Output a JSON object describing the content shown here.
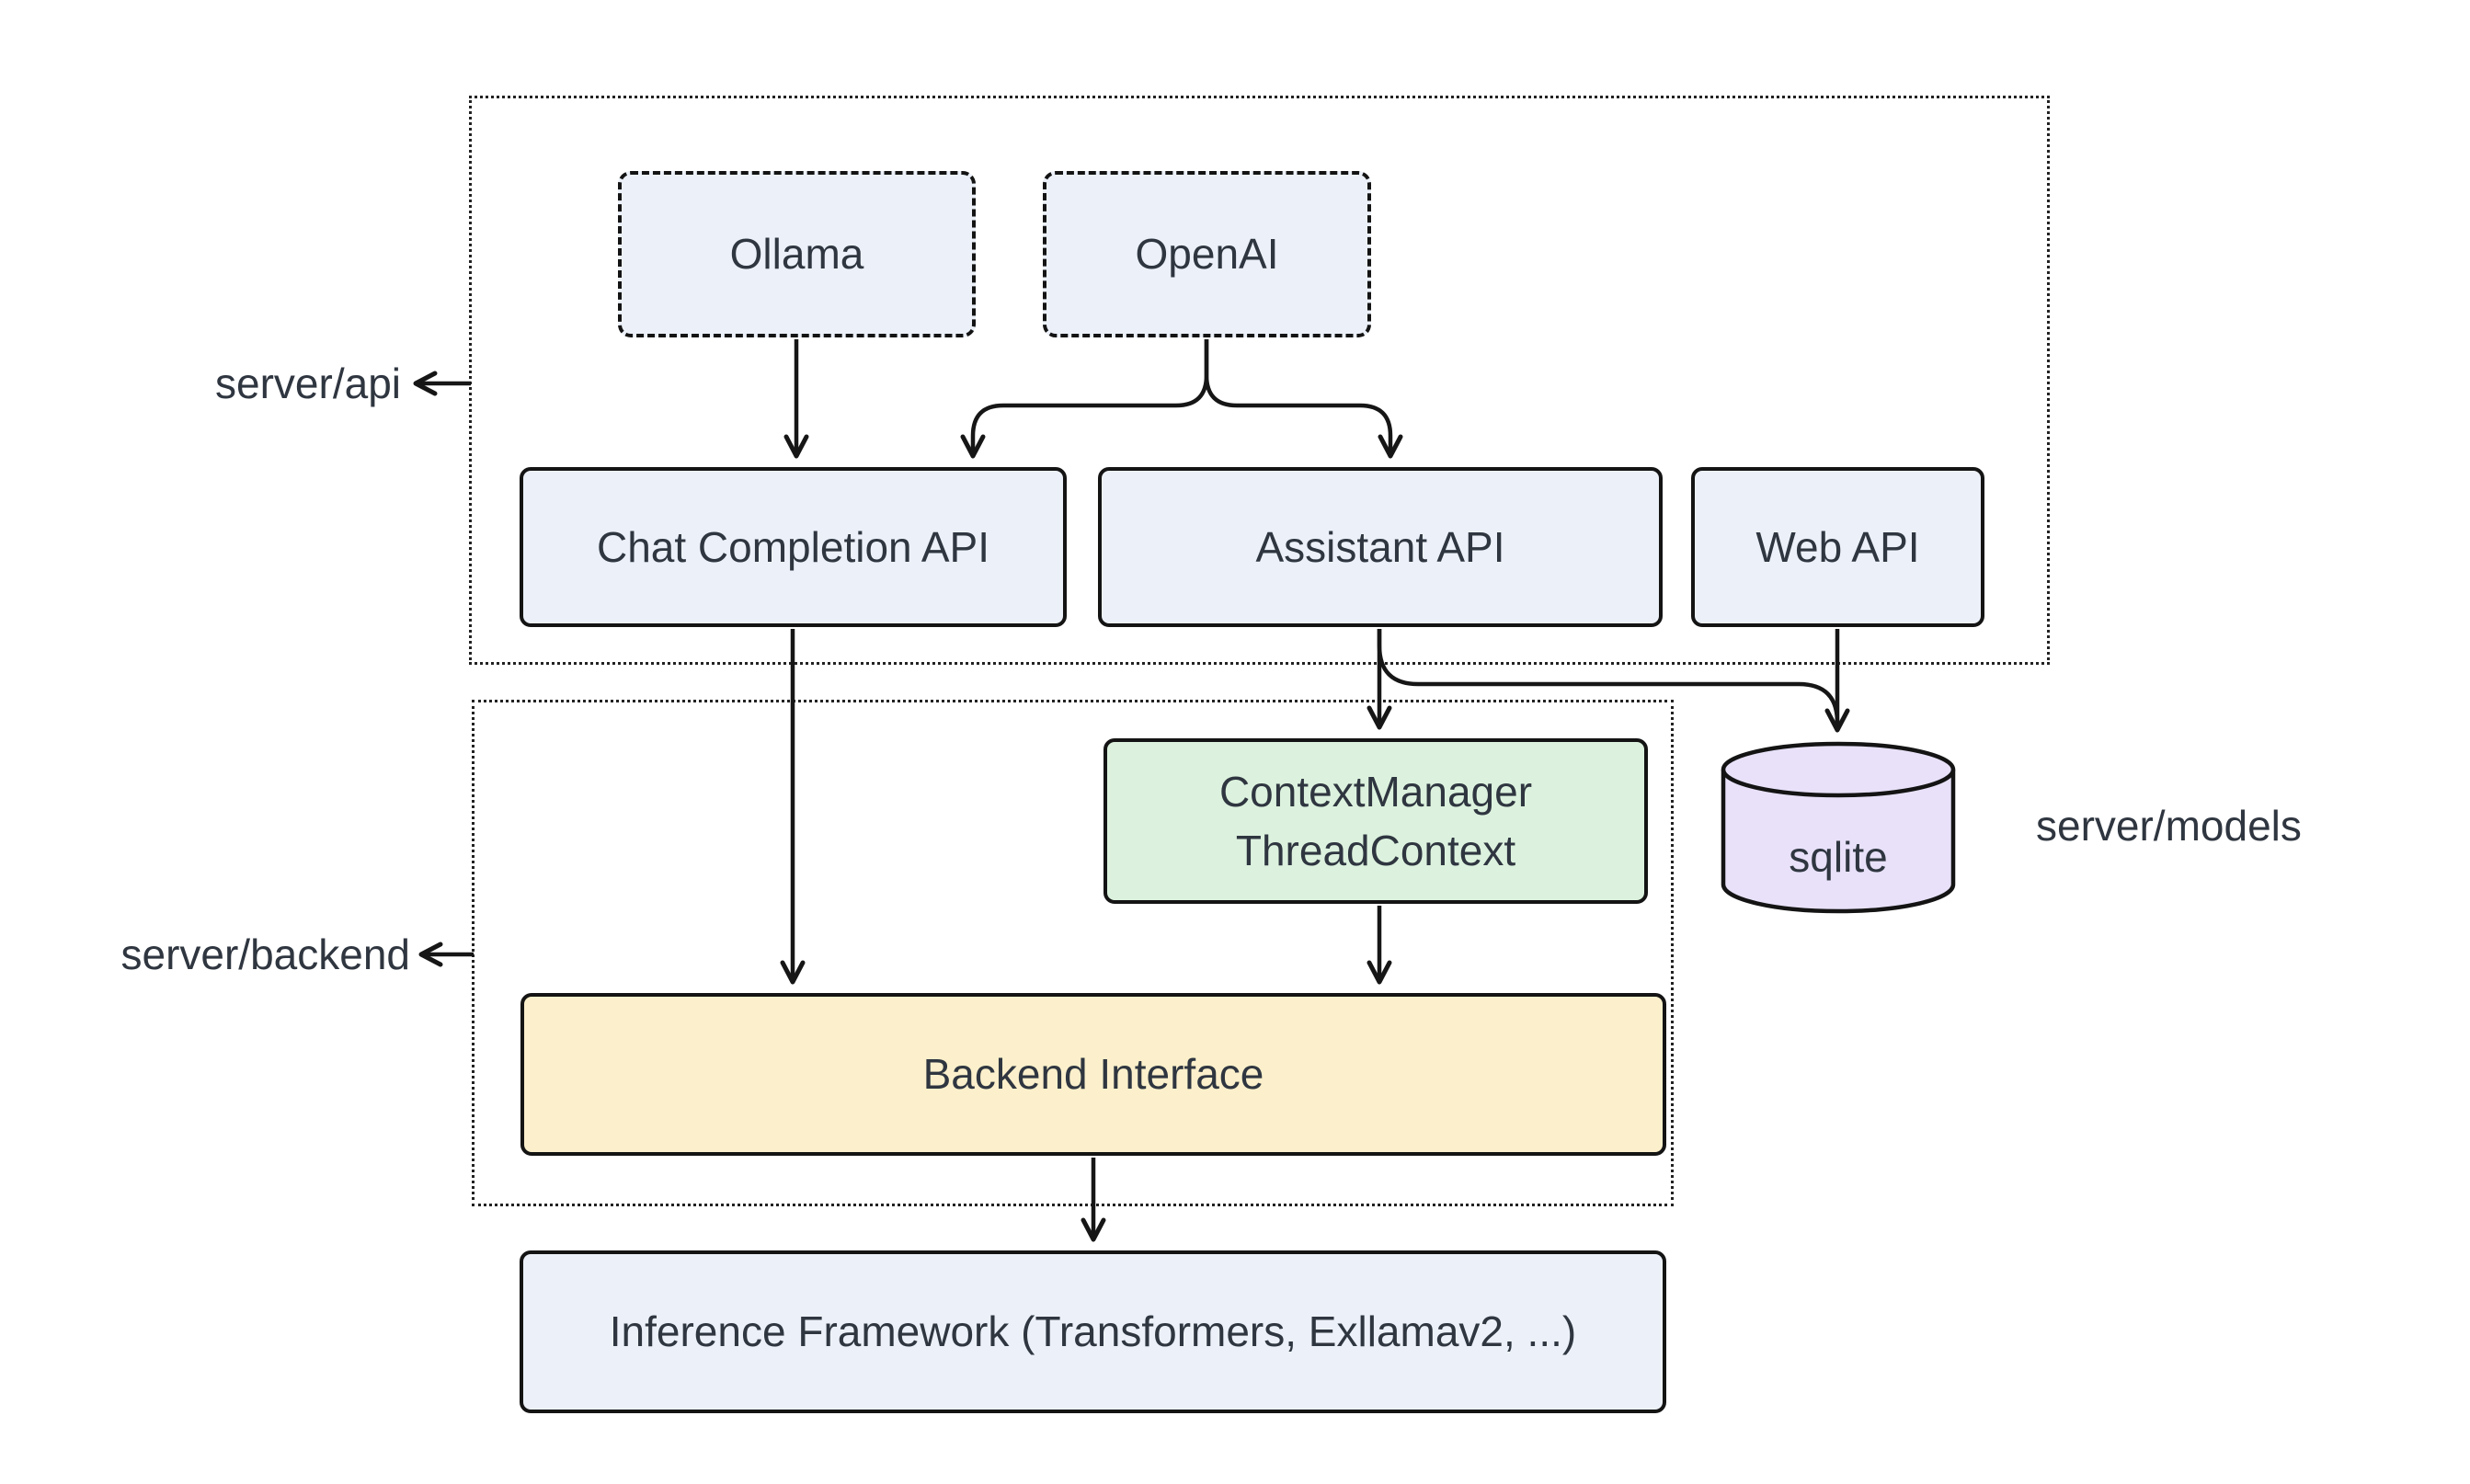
{
  "diagram": {
    "type": "flowchart",
    "background": "#ffffff",
    "colors": {
      "line": "#161616",
      "node_border": "#141414",
      "text": "#2f3640",
      "node_fill_default": "#ecf1f9",
      "node_fill_green": "#dcf2de",
      "node_fill_purple": "#e8e1f9",
      "node_fill_yellow": "#fbf0cb"
    },
    "groups": {
      "api": {
        "label": "server/api"
      },
      "backend": {
        "label": "server/backend"
      },
      "models": {
        "label": "server/models"
      }
    },
    "nodes": {
      "ollama": {
        "label": "Ollama",
        "fill": "#ecf1f9"
      },
      "openai": {
        "label": "OpenAI",
        "fill": "#ecf1f9"
      },
      "chat_completion_api": {
        "label": "Chat Completion API",
        "fill": "#ecf1f9"
      },
      "assistant_api": {
        "label": "Assistant API",
        "fill": "#ecf1f9"
      },
      "web_api": {
        "label": "Web API",
        "fill": "#ecf1f9"
      },
      "context_manager": {
        "label": "ContextManager\nThreadContext",
        "fill": "#dcf2de"
      },
      "sqlite": {
        "label": "sqlite",
        "fill": "#e8e1f9"
      },
      "backend_interface": {
        "label": "Backend Interface",
        "fill": "#fbf0cb"
      },
      "inference_framework": {
        "label": "Inference Framework (Transformers, Exllamav2, ...)",
        "fill": "#ecf1f9"
      }
    },
    "edges": [
      {
        "from": "Ollama",
        "to": "Chat Completion API"
      },
      {
        "from": "OpenAI",
        "to": "Chat Completion API"
      },
      {
        "from": "OpenAI",
        "to": "Assistant API"
      },
      {
        "from": "Chat Completion API",
        "to": "Backend Interface"
      },
      {
        "from": "Assistant API",
        "to": "ContextManager ThreadContext"
      },
      {
        "from": "Assistant API",
        "to": "sqlite"
      },
      {
        "from": "Web API",
        "to": "sqlite"
      },
      {
        "from": "ContextManager ThreadContext",
        "to": "Backend Interface"
      },
      {
        "from": "Backend Interface",
        "to": "Inference Framework (Transformers, Exllamav2, ...)"
      }
    ]
  }
}
